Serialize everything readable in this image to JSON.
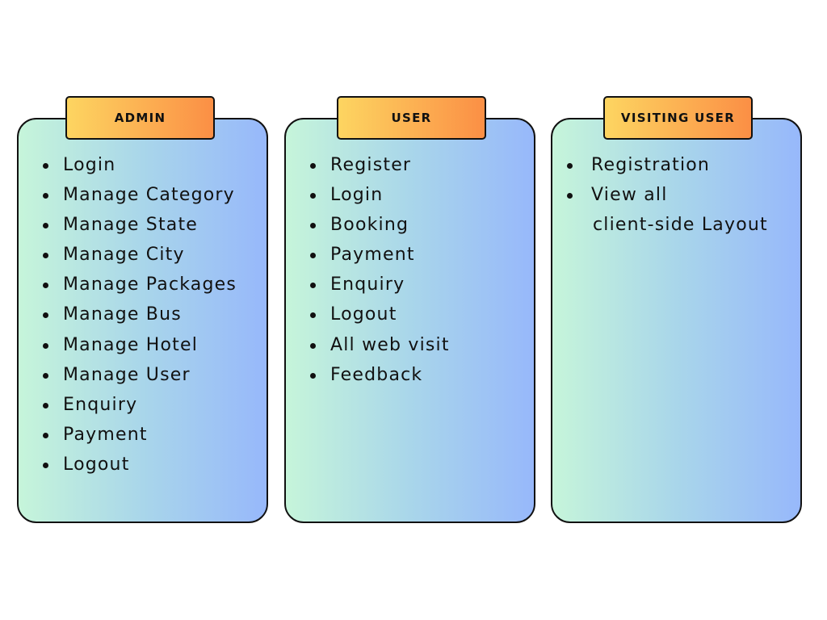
{
  "panels": {
    "admin": {
      "title": "ADMIN",
      "items": [
        "Login",
        "Manage Category",
        "Manage State",
        "Manage City",
        "Manage Packages",
        "Manage Bus",
        "Manage Hotel",
        "Manage User",
        "Enquiry",
        "Payment",
        "Logout"
      ]
    },
    "user": {
      "title": "USER",
      "items": [
        "Register",
        "Login",
        "Booking",
        "Payment",
        "Enquiry",
        "Logout",
        "All web visit",
        "Feedback"
      ]
    },
    "visiting": {
      "title": "VISITING USER",
      "items": [
        "Registration",
        "View all"
      ],
      "continuation": "client-side Layout"
    }
  },
  "colors": {
    "panel_gradient": [
      "#c6f5da",
      "#a9d6ea",
      "#97b8fb"
    ],
    "tab_gradient": [
      "#fdd561",
      "#fb8f45"
    ],
    "border": "#111111"
  },
  "icons": {
    "bullet": "bullet-dot-icon"
  }
}
